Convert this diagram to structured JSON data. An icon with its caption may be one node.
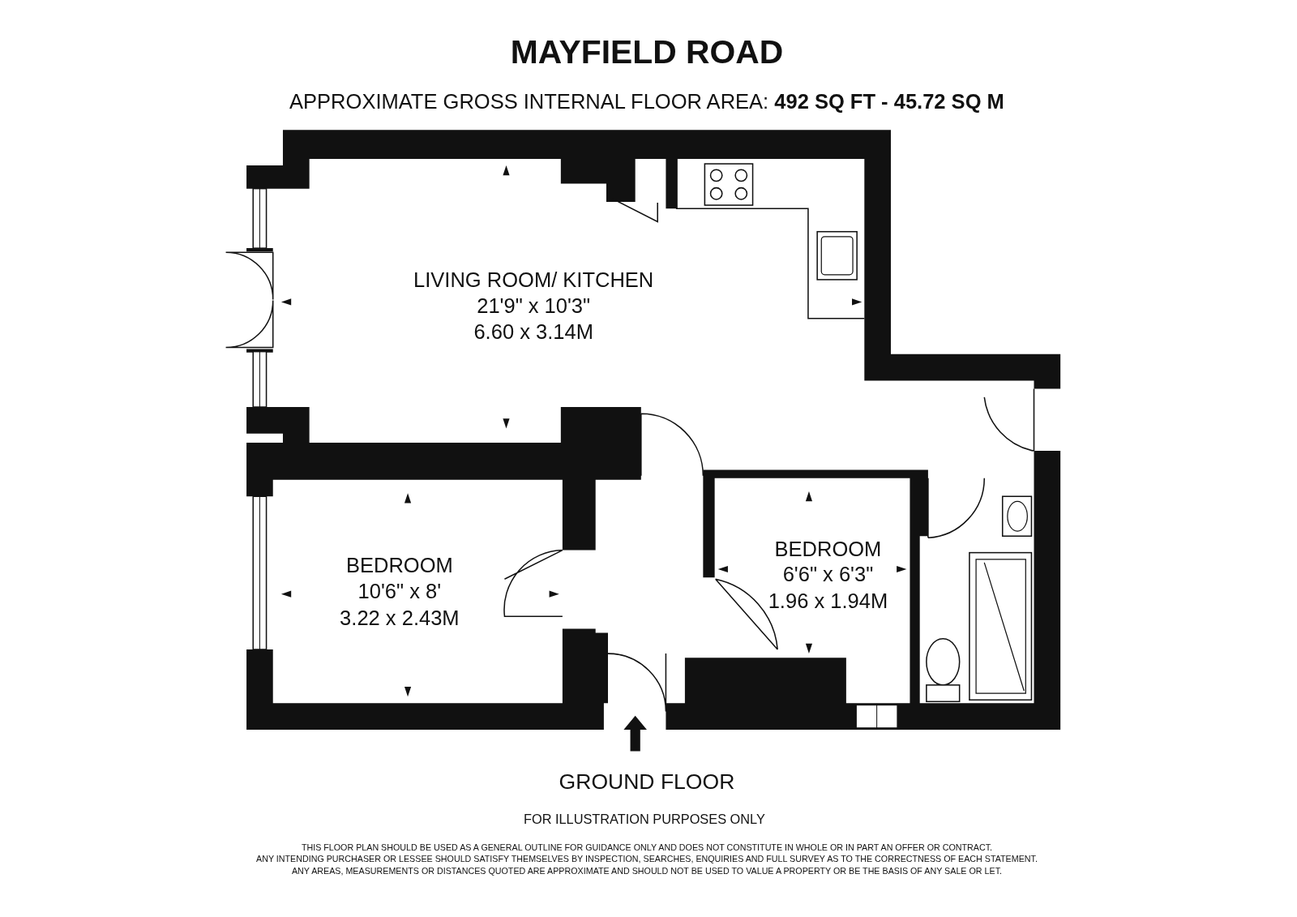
{
  "diagram": {
    "title": "MAYFIELD ROAD",
    "nodes": [
      {
        "text": [
          "LIVING ROOM/ KITCHEN",
          "21'9\" x 10'3\"",
          "6.60 x 3.14M"
        ]
      },
      {
        "text": [
          "BEDROOM",
          "10'6\" x 8'",
          "3.22 x 2.43M"
        ]
      },
      {
        "text": [
          "BEDROOM",
          "6'6\" x 6'3\"",
          "1.96 x 1.94M"
        ]
      }
    ],
    "edges": [],
    "labels": [
      "APPROXIMATE GROSS INTERNAL FLOOR AREA:  **492 SQ FT  -  45.72 SQ M**",
      "GROUND FLOOR",
      "FOR ILLUSTRATION PURPOSES ONLY",
      "THIS FLOOR PLAN SHOULD BE USED AS A GENERAL OUTLINE FOR GUIDANCE ONLY AND DOES NOT CONSTITUTE IN WHOLE OR IN PART AN OFFER OR CONTRACT.",
      "ANY INTENDING PURCHASER OR LESSEE SHOULD SATISFY THEMSELVES BY INSPECTION, SEARCHES, ENQUIRIES AND FULL SURVEY AS TO THE CORRECTNESS OF EACH STATEMENT.",
      "ANY AREAS, MEASUREMENTS OR DISTANCES QUOTED ARE APPROXIMATE AND SHOULD NOT BE USED TO VALUE A PROPERTY OR BE THE BASIS OF ANY SALE OR LET."
    ]
  }
}
